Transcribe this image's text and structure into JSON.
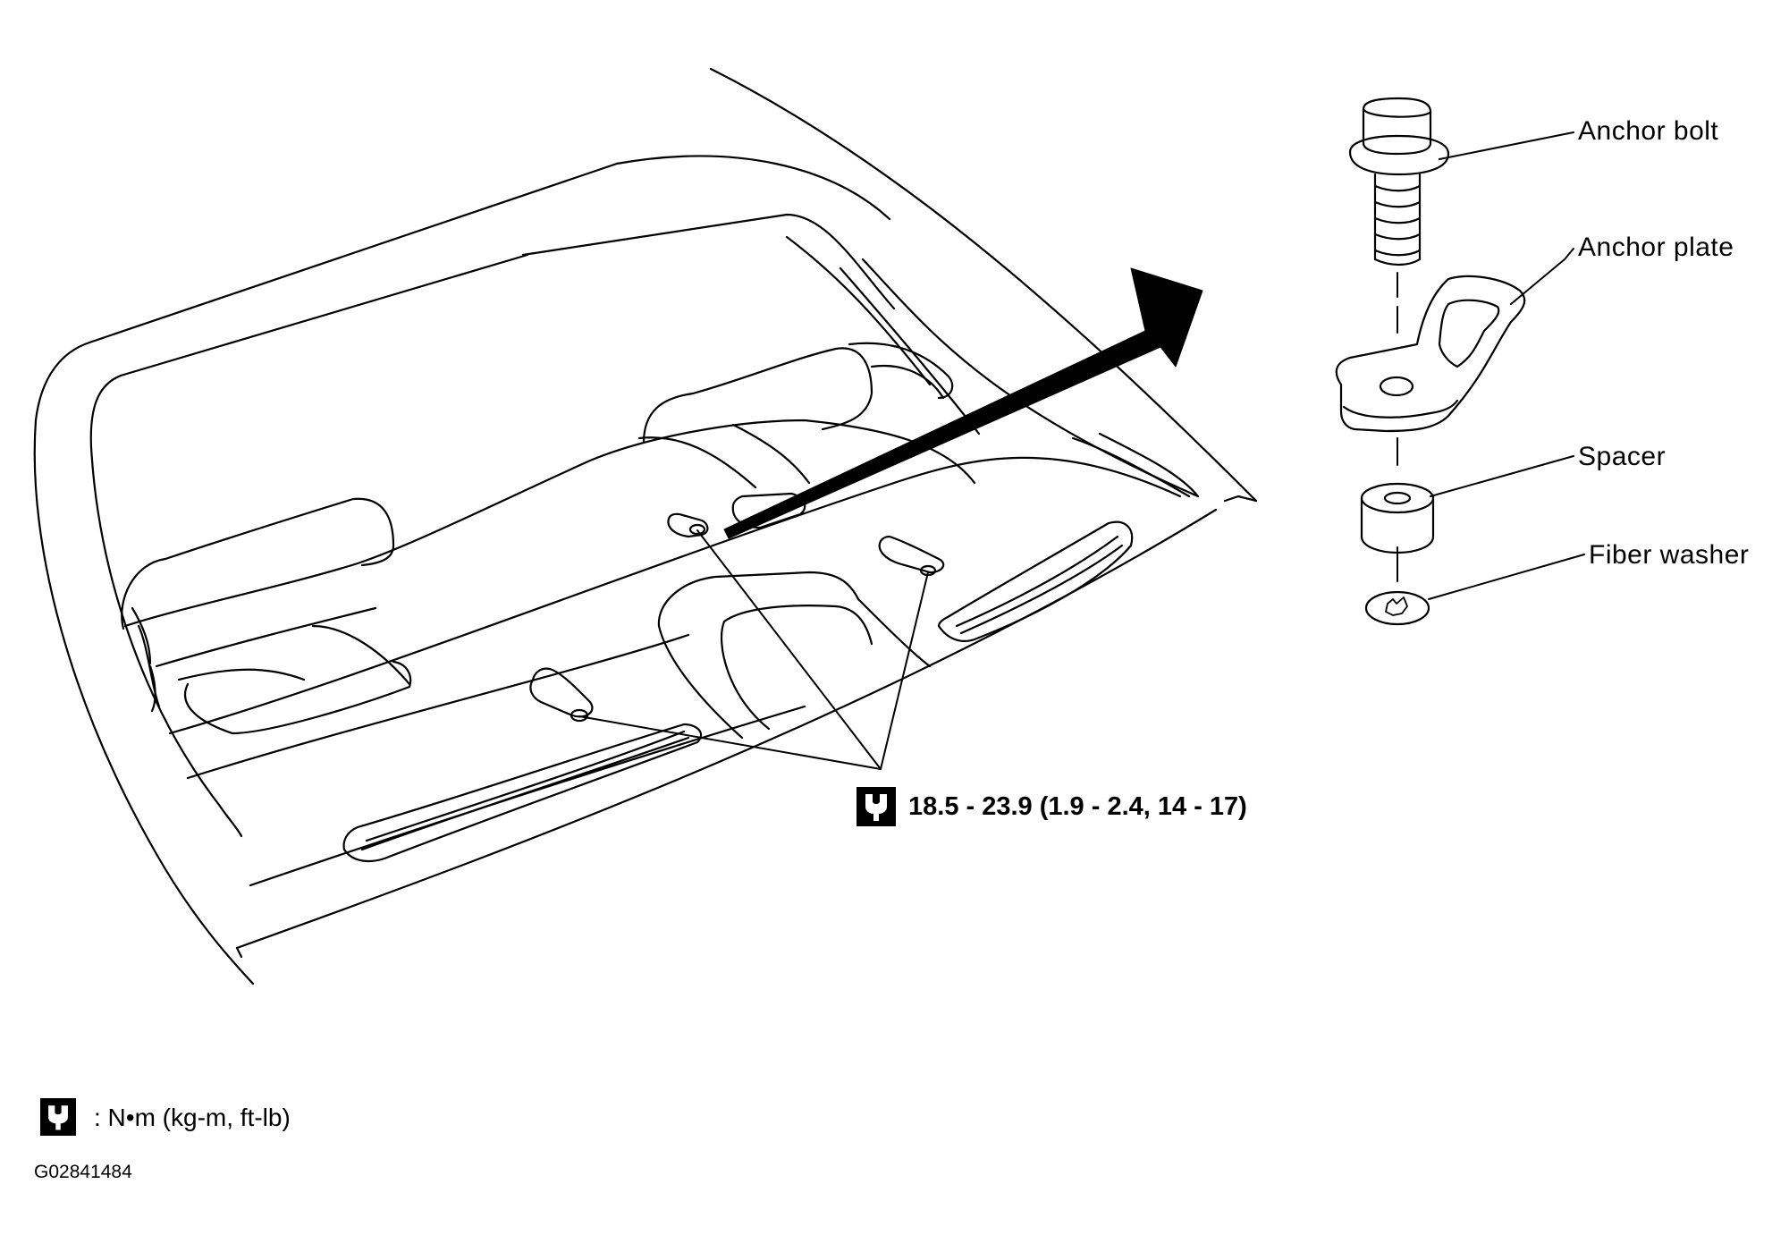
{
  "labels": {
    "anchor_bolt": "Anchor bolt",
    "anchor_plate": "Anchor plate",
    "spacer": "Spacer",
    "fiber_washer": "Fiber washer"
  },
  "torque_spec": "18.5 - 23.9 (1.9 - 2.4, 14 - 17)",
  "legend": {
    "units": ": N•m  (kg-m,  ft-lb)"
  },
  "figure_code": "G02841484",
  "icons": {
    "torque": "torque-wrench-icon"
  },
  "colors": {
    "ink": "#000000",
    "paper": "#ffffff"
  }
}
